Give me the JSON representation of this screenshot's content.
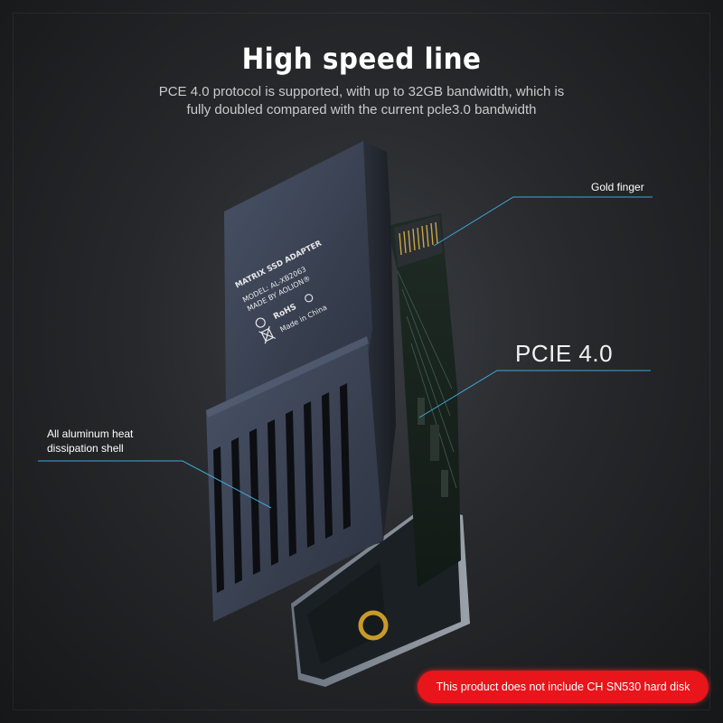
{
  "header": {
    "title": "High speed line",
    "subtitle_line1": "PCE 4.0 protocol is supported, with up to 32GB bandwidth, which is",
    "subtitle_line2": "fully doubled compared with the current pcle3.0 bandwidth"
  },
  "callouts": {
    "gold_finger": "Gold finger",
    "pcie": "PCIE 4.0",
    "heat_shell": "All aluminum heat dissipation shell"
  },
  "card_label": {
    "line1": "MATRIX SSD ADAPTER",
    "line2": "MODEL: AL-XB2063",
    "line3": "MADE BY AOLION®",
    "rohs": "RoHS",
    "made_in": "Made in China"
  },
  "notice": "This product does not include CH SN530 hard disk",
  "colors": {
    "background": "#26282b",
    "shell": "#3b4456",
    "callout_line": "#3fa7d6",
    "notice_bg": "#e8151b"
  }
}
